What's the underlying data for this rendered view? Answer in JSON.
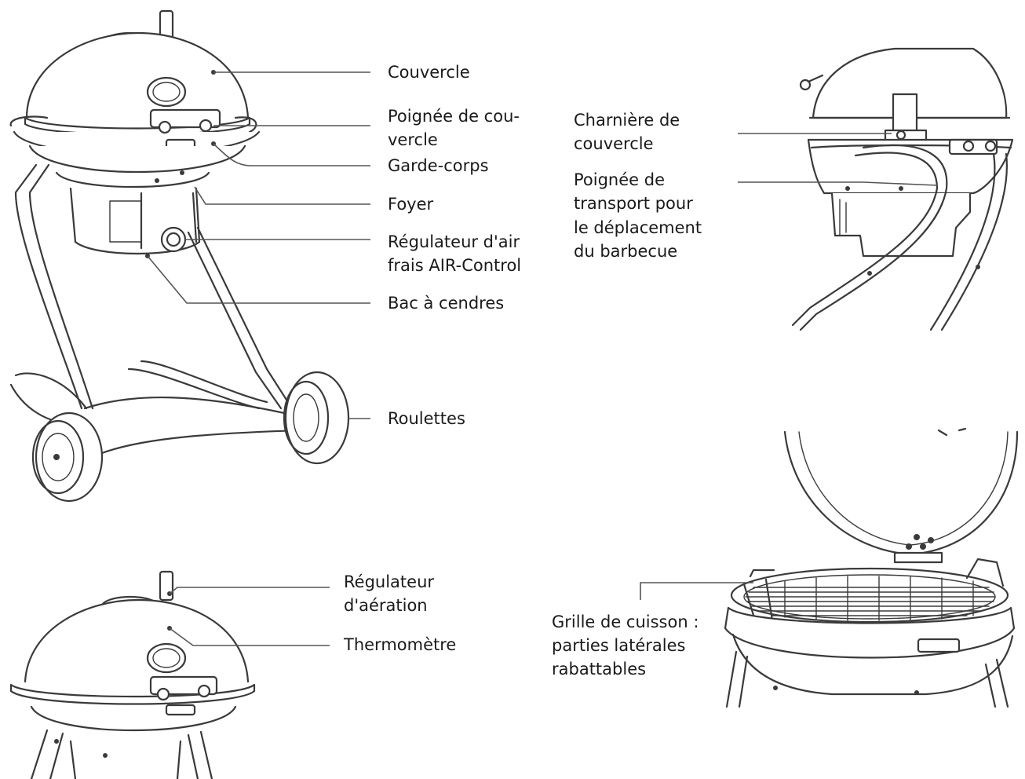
{
  "labels": {
    "couvercle": "Couvercle",
    "poignee_couvercle_1": "Poignée de cou-",
    "poignee_couvercle_2": "vercle",
    "garde_corps": "Garde-corps",
    "foyer": "Foyer",
    "regulateur_air_1": "Régulateur d'air",
    "regulateur_air_2": "frais AIR-Control",
    "bac_cendres": "Bac à cendres",
    "roulettes": "Roulettes",
    "charniere_1": "Charnière de",
    "charniere_2": "couvercle",
    "transport_1": "Poignée de",
    "transport_2": "transport pour",
    "transport_3": "le déplacement",
    "transport_4": "du barbecue",
    "regulateur_aeration_1": "Régulateur",
    "regulateur_aeration_2": "d'aération",
    "thermometre": "Thermomètre",
    "grille_1": "Grille de cuisson :",
    "grille_2": "parties latérales",
    "grille_3": "rabattables"
  }
}
